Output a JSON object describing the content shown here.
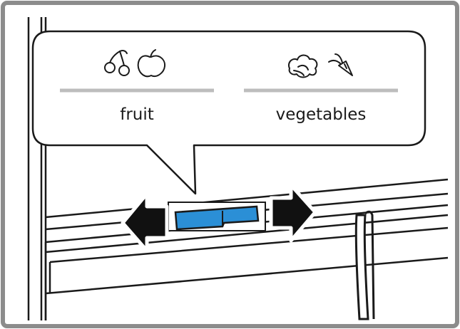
{
  "callout": {
    "left": {
      "label": "fruit",
      "icons": [
        "cherries-icon",
        "apple-icon"
      ]
    },
    "right": {
      "label": "vegetables",
      "icons": [
        "lettuce-icon",
        "carrot-icon"
      ]
    }
  },
  "slider": {
    "color": "#2b8fd6",
    "directions": [
      "left",
      "right"
    ]
  },
  "colors": {
    "frame": "#8c8c8c",
    "divider": "#bdbdbd",
    "ink": "#1a1a1a"
  }
}
